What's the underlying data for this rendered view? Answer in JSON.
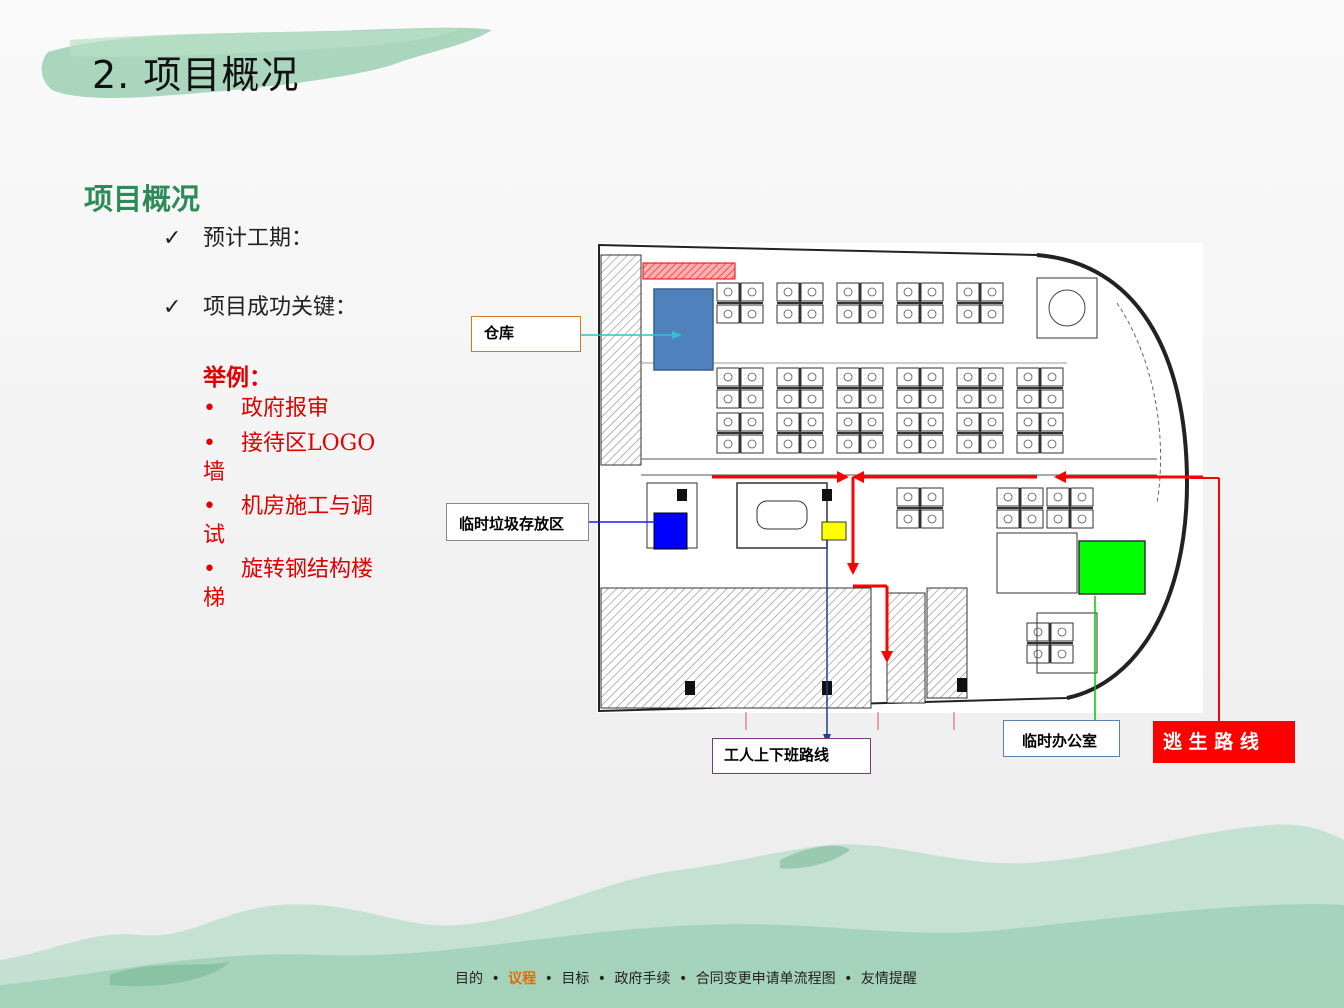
{
  "slide": {
    "title": "2. 项目概况",
    "section_heading": "项目概况",
    "checklist": [
      {
        "mark": "✓",
        "text": "预计工期："
      },
      {
        "mark": "✓",
        "text": "项目成功关键："
      }
    ],
    "example_heading": "举例：",
    "examples": [
      {
        "dot": "•",
        "text": "政府报审"
      },
      {
        "dot": "•",
        "text": "接待区LOGO墙"
      },
      {
        "dot": "•",
        "text": "机房施工与调试"
      },
      {
        "dot": "•",
        "text": "旋转钢结构楼梯"
      }
    ]
  },
  "floor_plan": {
    "labels": {
      "warehouse": "仓库",
      "temp_garbage": "临时垃圾存放区",
      "worker_route": "工人上下班路线",
      "temp_office": "临时办公室",
      "escape_route": "逃 生 路 线"
    },
    "colors": {
      "warehouse": "#4f81bd",
      "garbage": "#0000ff",
      "yellow_marker": "#ffff00",
      "office": "#00ff00",
      "escape": "#ff0000"
    }
  },
  "nav": {
    "items": [
      {
        "label": "目的",
        "active": false
      },
      {
        "label": "议程",
        "active": true
      },
      {
        "label": "目标",
        "active": false
      },
      {
        "label": "政府手续",
        "active": false
      },
      {
        "label": "合同变更申请单流程图",
        "active": false
      },
      {
        "label": "友情提醒",
        "active": false
      }
    ],
    "separator": "•"
  }
}
